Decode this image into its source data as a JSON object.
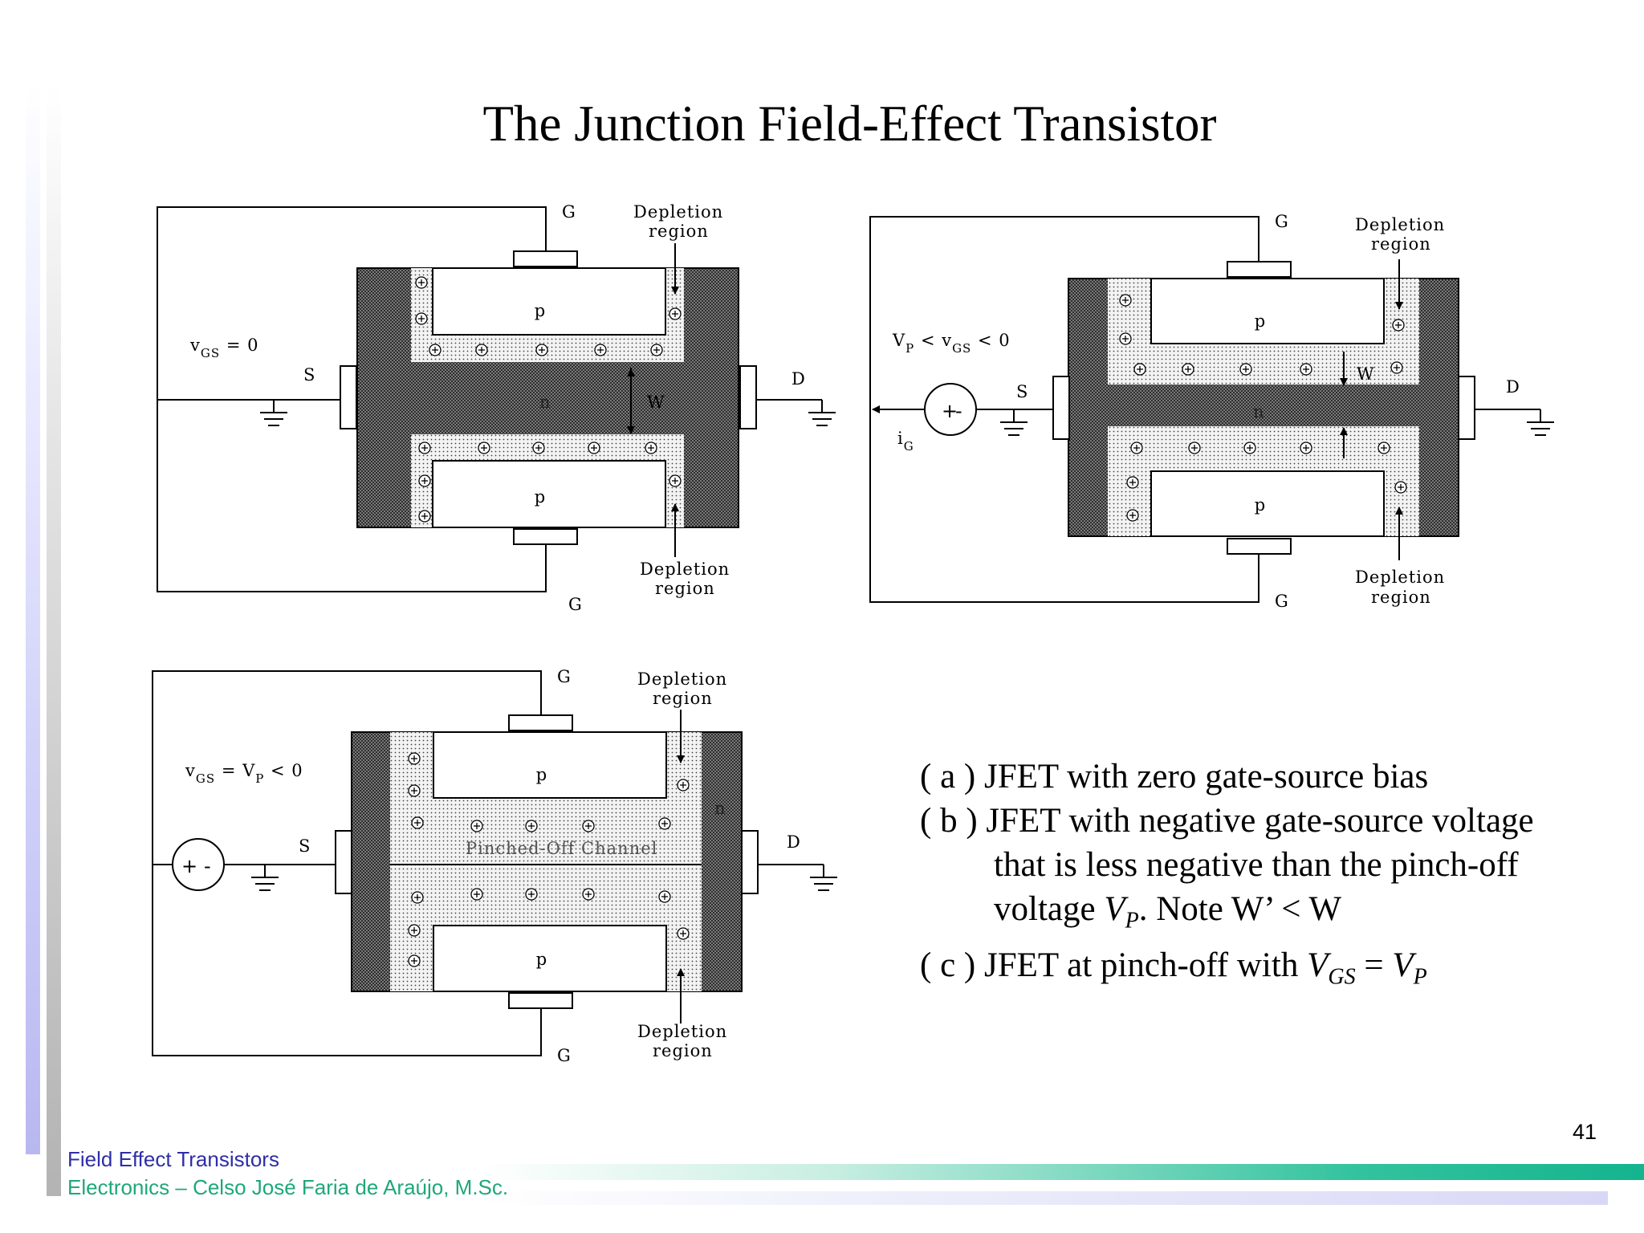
{
  "slide": {
    "title": "The Junction Field-Effect Transistor",
    "page_number": "41",
    "footer": {
      "line1": "Field Effect Transistors",
      "line2": "Electronics – Celso José Faria de Araújo, M.Sc."
    }
  },
  "labels": {
    "gate": "G",
    "source": "S",
    "drain": "D",
    "p_region": "p",
    "n_region": "n",
    "width": "W",
    "depletion_line1": "Depletion",
    "depletion_line2": "region",
    "current": "i",
    "current_sub": "G",
    "pinched": "Pinched-Off Channel",
    "plus": "+",
    "minus": "-"
  },
  "conditions": {
    "a": {
      "v": "v",
      "sub": "GS",
      "rest": " = 0"
    },
    "b": {
      "vp": "V",
      "vp_sub": "P",
      "mid": " < v",
      "gs_sub": "GS",
      "rest": " < 0"
    },
    "c": {
      "v": "v",
      "sub": "GS",
      "mid": " = V",
      "p_sub": "P",
      "rest": " < 0"
    }
  },
  "captions": {
    "a": "( a ) JFET with zero gate-source bias",
    "b1": "( b ) JFET with negative gate-source voltage",
    "b2": "that is less negative than the pinch-off",
    "b3_pre": "voltage ",
    "b3_var": "V",
    "b3_sub": "P",
    "b3_post": ". Note W’ < W",
    "c_pre": "( c ) JFET at pinch-off with ",
    "c_var1": "V",
    "c_sub1": "GS",
    "c_eq": " = ",
    "c_var2": "V",
    "c_sub2": "P"
  }
}
